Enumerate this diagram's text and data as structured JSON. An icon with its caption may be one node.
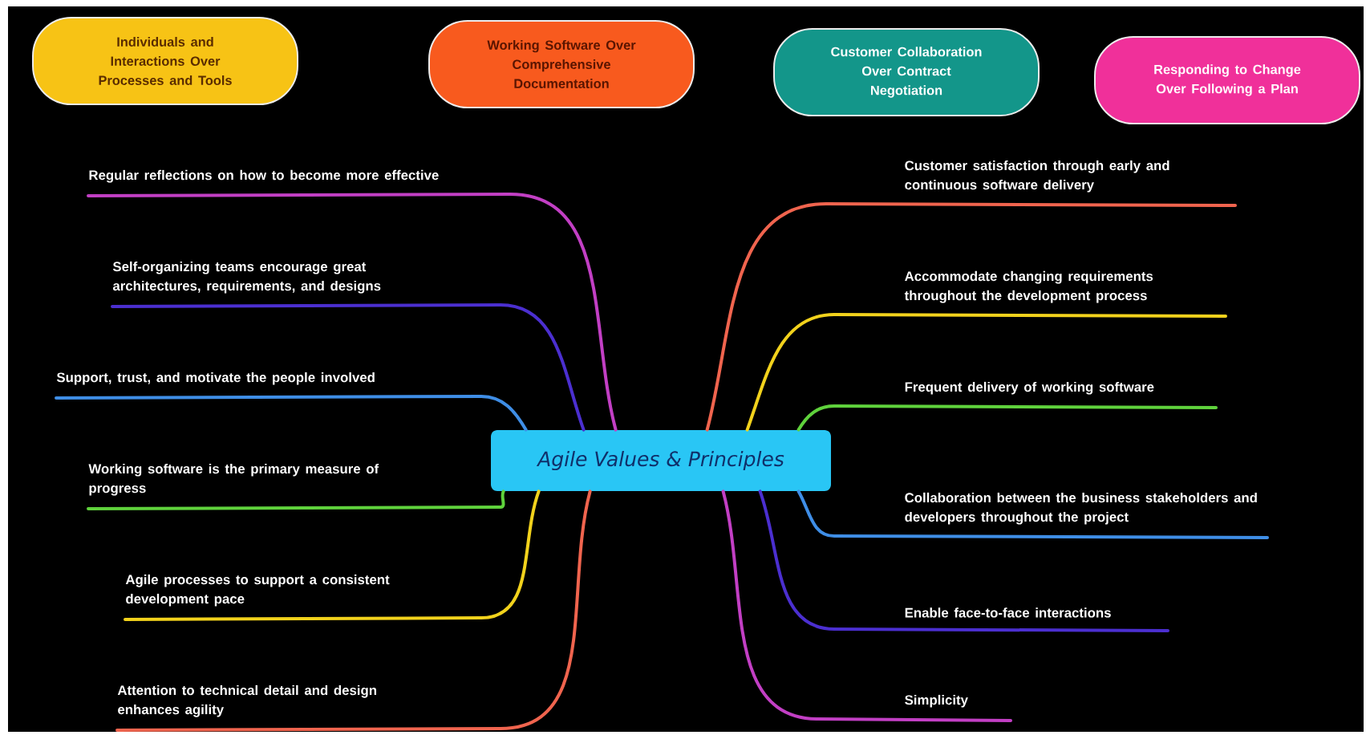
{
  "diagram": {
    "nodes": [
      {
        "text": [
          "Individuals and Interactions Over Processes and Tools"
        ]
      },
      {
        "text": [
          "Working Software Over Comprehensive Documentation"
        ]
      },
      {
        "text": [
          "Customer Collaboration Over Contract Negotiation"
        ]
      },
      {
        "text": [
          "Responding to Change Over Following a Plan"
        ]
      },
      {
        "text": [
          "Agile Values & Principles"
        ]
      },
      {
        "text": [
          "Regular reflections on how to become more effective"
        ]
      },
      {
        "text": [
          "Self-organizing teams encourage great architectures, requirements, and designs"
        ]
      },
      {
        "text": [
          "Support, trust, and motivate the people involved"
        ]
      },
      {
        "text": [
          "Working software is the primary measure of progress"
        ]
      },
      {
        "text": [
          "Agile processes to support a consistent development pace"
        ]
      },
      {
        "text": [
          "Attention to technical detail and design enhances agility"
        ]
      },
      {
        "text": [
          "Customer satisfaction through early and continuous software delivery"
        ]
      },
      {
        "text": [
          "Accommodate changing requirements throughout the development process"
        ]
      },
      {
        "text": [
          "Frequent delivery of working software"
        ]
      },
      {
        "text": [
          "Collaboration between the business stakeholders and developers throughout the project"
        ]
      },
      {
        "text": [
          "Enable face-to-face interactions"
        ]
      },
      {
        "text": [
          "Simplicity"
        ]
      }
    ],
    "edges": [
      {
        "from": 4,
        "to": 5,
        "arrow": "none",
        "color": "#c23fc4"
      },
      {
        "from": 4,
        "to": 6,
        "arrow": "none",
        "color": "#4b2fd0"
      },
      {
        "from": 4,
        "to": 7,
        "arrow": "none",
        "color": "#3f8ee6"
      },
      {
        "from": 4,
        "to": 8,
        "arrow": "none",
        "color": "#5fd23c"
      },
      {
        "from": 4,
        "to": 9,
        "arrow": "none",
        "color": "#f2d21c"
      },
      {
        "from": 4,
        "to": 10,
        "arrow": "none",
        "color": "#f0644e"
      },
      {
        "from": 4,
        "to": 11,
        "arrow": "none",
        "color": "#f0644e"
      },
      {
        "from": 4,
        "to": 12,
        "arrow": "none",
        "color": "#f2d21c"
      },
      {
        "from": 4,
        "to": 13,
        "arrow": "none",
        "color": "#5fd23c"
      },
      {
        "from": 4,
        "to": 14,
        "arrow": "none",
        "color": "#3f8ee6"
      },
      {
        "from": 4,
        "to": 15,
        "arrow": "none",
        "color": "#4b2fd0"
      },
      {
        "from": 4,
        "to": 16,
        "arrow": "none",
        "color": "#c23fc4"
      }
    ]
  }
}
